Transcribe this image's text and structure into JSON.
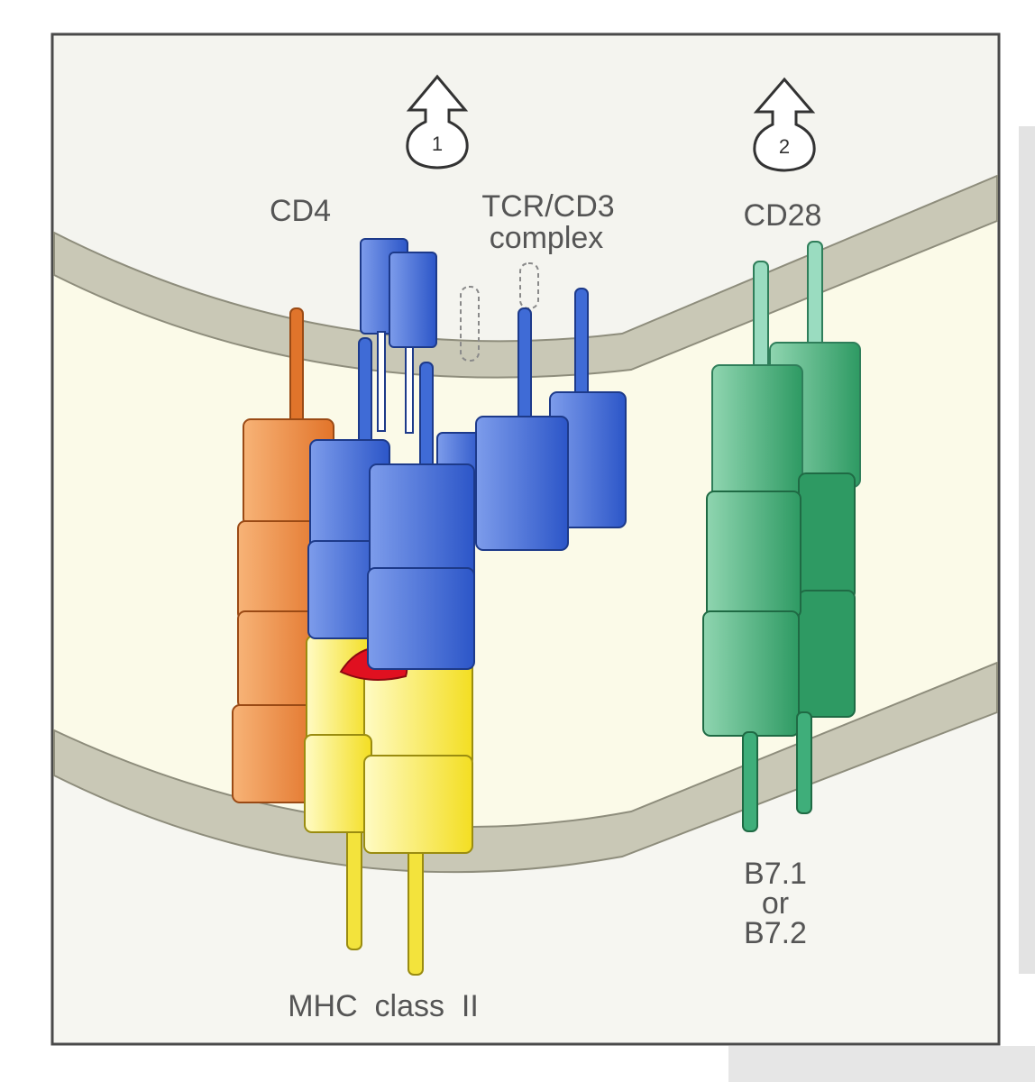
{
  "labels": {
    "cd4": "CD4",
    "tcr_line1": "TCR/CD3",
    "tcr_line2": "complex",
    "cd28": "CD28",
    "b7_line1": "B7.1",
    "b7_line2": "or",
    "b7_line3": "B7.2",
    "mhc": "MHC  class  II"
  },
  "signals": {
    "signal_1": "1",
    "signal_2": "2"
  },
  "colors": {
    "membrane_band": "#c9c8b6",
    "cytoplasm": "#fbfae8",
    "cd4": "#f08a3c",
    "tcr": "#3f6bd6",
    "cd28": "#3fae7a",
    "mhc": "#f5e23a",
    "peptide": "#e01020"
  }
}
